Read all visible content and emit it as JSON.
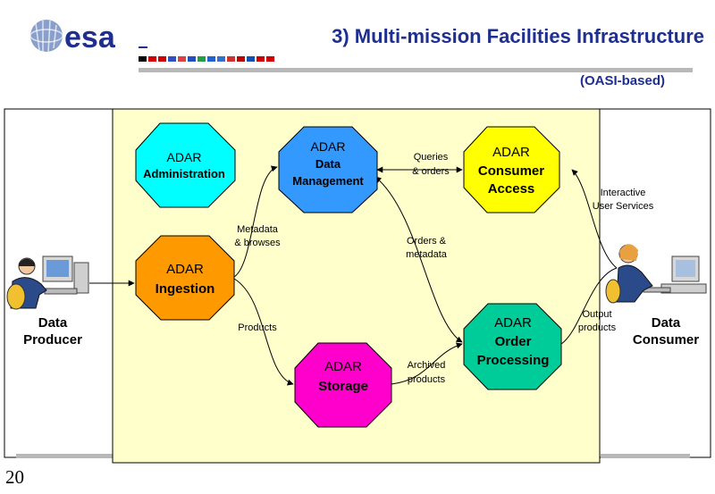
{
  "header": {
    "logo_text": "esa",
    "title": "3) Multi-mission Facilities Infrastructure",
    "subtitle": "(OASI-based)",
    "flag_colors": [
      "#000000",
      "#d00000",
      "#d00000",
      "#3050c0",
      "#e04040",
      "#2050c0",
      "#20a040",
      "#2060d0",
      "#3070d0",
      "#d03030",
      "#c00000",
      "#1050b0",
      "#d00000",
      "#d00000"
    ]
  },
  "diagram": {
    "nodes": {
      "administration": {
        "line1": "ADAR",
        "line2": "Administration",
        "color": "#00ffff"
      },
      "data_management": {
        "line1": "ADAR",
        "line2": "Data",
        "line3": "Management",
        "color": "#3399ff"
      },
      "consumer_access": {
        "line1": "ADAR",
        "line2": "Consumer",
        "line3": "Access",
        "color": "#ffff00"
      },
      "ingestion": {
        "line1": "ADAR",
        "line2": "Ingestion",
        "color": "#ff9900"
      },
      "storage": {
        "line1": "ADAR",
        "line2": "Storage",
        "color": "#ff00cc"
      },
      "order_processing": {
        "line1": "ADAR",
        "line2": "Order",
        "line3": "Processing",
        "color": "#00cc99"
      }
    },
    "labels": {
      "queries_orders_1": "Queries",
      "queries_orders_2": "& orders",
      "metadata_browses_1": "Metadata",
      "metadata_browses_2": "& browses",
      "orders_metadata_1": "Orders &",
      "orders_metadata_2": "metadata",
      "interactive_1": "Interactive",
      "interactive_2": "User Services",
      "products": "Products",
      "archived_1": "Archived",
      "archived_2": "products",
      "output_1": "Output",
      "output_2": "products"
    },
    "actors": {
      "producer_line1": "Data",
      "producer_line2": "Producer",
      "consumer_line1": "Data",
      "consumer_line2": "Consumer"
    },
    "panel_color": "#ffffcc"
  },
  "footer": {
    "page_number": "20"
  }
}
